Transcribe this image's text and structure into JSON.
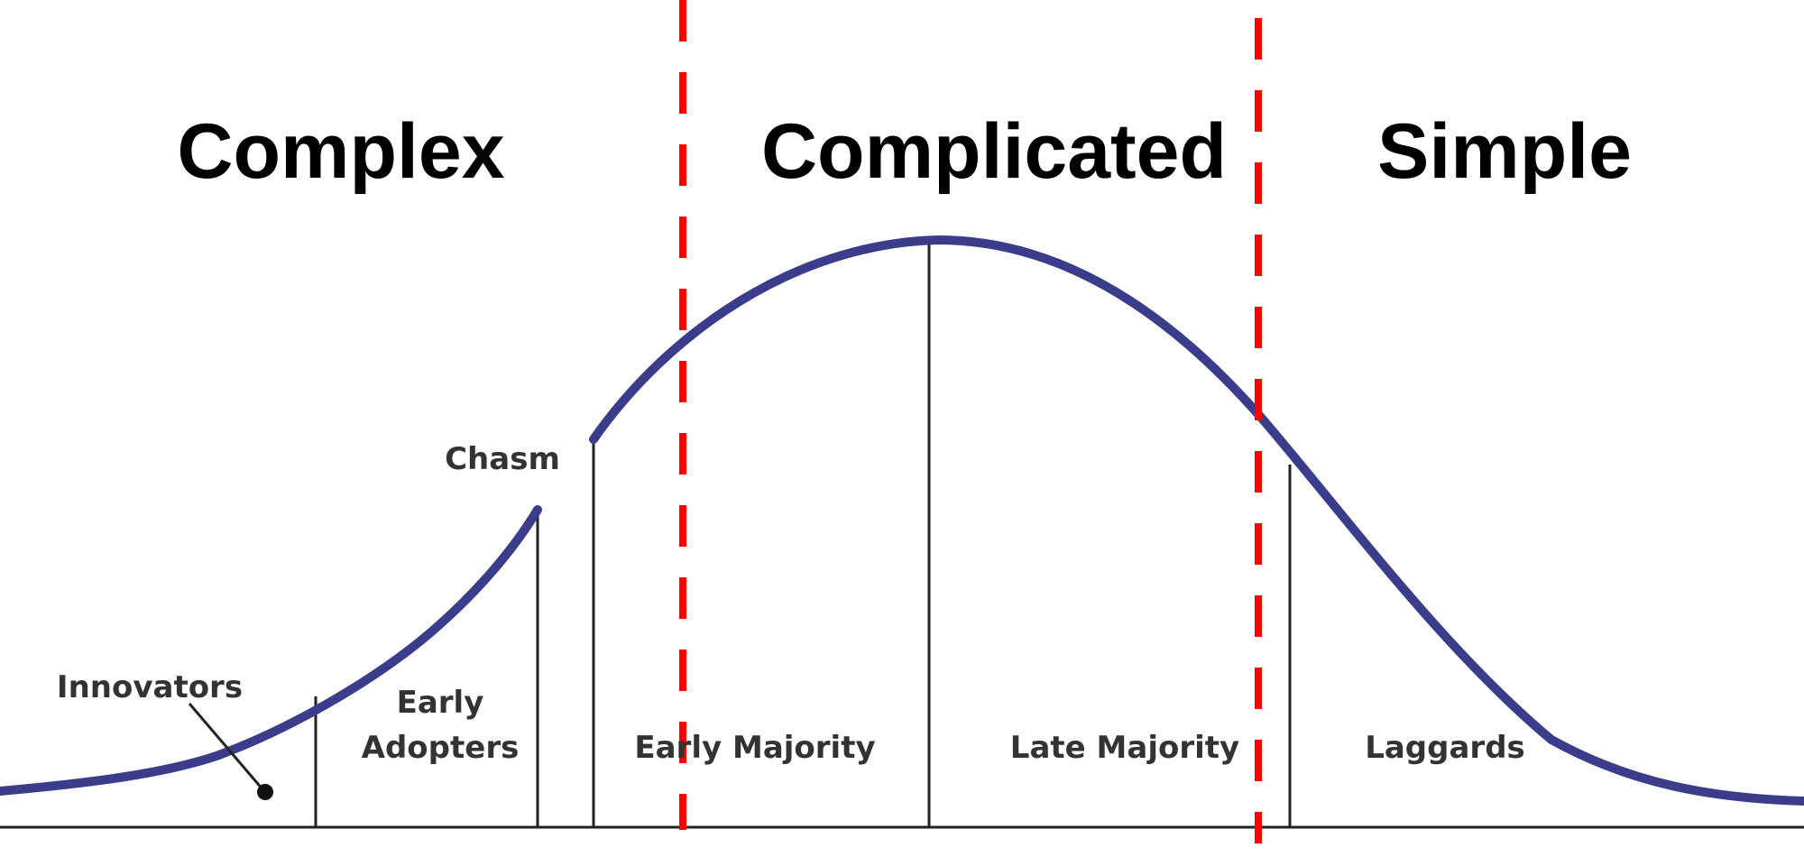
{
  "regions": {
    "complex": "Complex",
    "complicated": "Complicated",
    "simple": "Simple"
  },
  "segments": {
    "chasm": "Chasm",
    "innovators": "Innovators",
    "early_adopters_line1": "Early",
    "early_adopters_line2": "Adopters",
    "early_majority": "Early Majority",
    "late_majority": "Late Majority",
    "laggards": "Laggards"
  },
  "colors": {
    "curve": "#3b3c8a",
    "dashed_divider": "#ff0000",
    "text": "#000000"
  }
}
